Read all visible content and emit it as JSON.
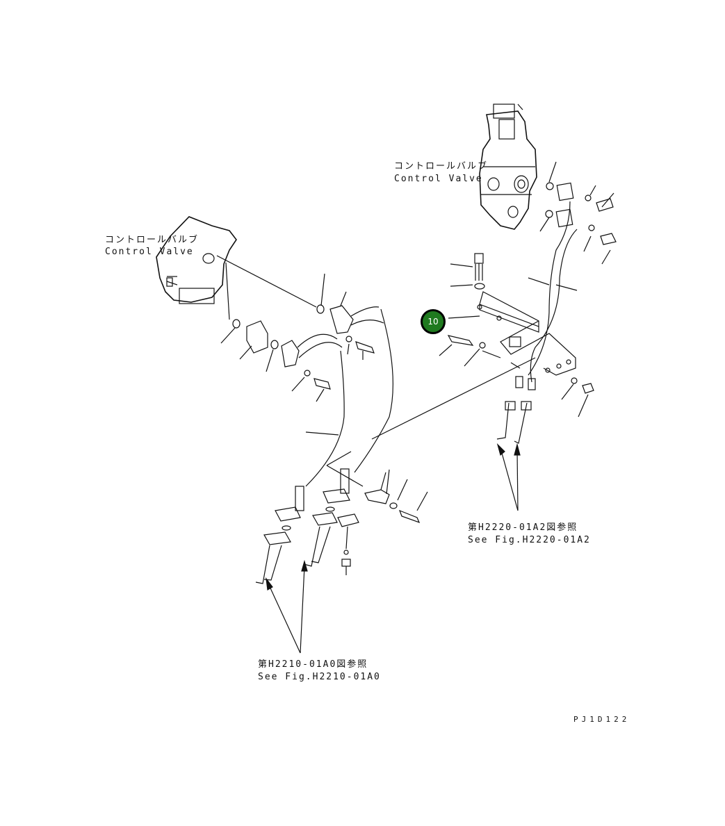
{
  "labels": {
    "control_valve_right_jp": "コントロールバルブ",
    "control_valve_right_en": "Control Valve",
    "control_valve_left_jp": "コントロールバルブ",
    "control_valve_left_en": "Control Valve",
    "ref_right_jp": "第H2220-01A2図参照",
    "ref_right_en": "See Fig.H2220-01A2",
    "ref_left_jp": "第H2210-01A0図参照",
    "ref_left_en": "See Fig.H2210-01A0",
    "drawing_code": "PJ1D122"
  },
  "callouts": [
    {
      "number": "10",
      "color": "#1f7a1f"
    }
  ]
}
